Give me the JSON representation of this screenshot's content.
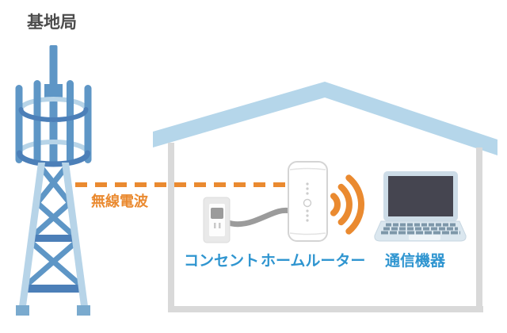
{
  "diagram": {
    "labels": {
      "base_station": "基地局",
      "radio_wave": "無線電波",
      "outlet": "コンセント",
      "home_router": "ホームルーター",
      "device": "通信機器"
    },
    "colors": {
      "label_blue": "#2f95d0",
      "orange": "#ea8a30",
      "roof": "#b5d6ea",
      "wall": "#d9d9d9",
      "tower_light": "#b7d4e8",
      "tower_mid": "#5e96c6",
      "tower_dark": "#4c7fb8",
      "tower_foot": "#7aaace",
      "title_gray": "#4b4b4b",
      "cable_gray": "#9b9b9b",
      "router_body": "#ffffff",
      "laptop_screen": "#454550",
      "laptop_frame": "#cddce7",
      "laptop_base": "#dbe7ef",
      "laptop_keys": "#7d97a9"
    },
    "icons": {
      "tower": "cell-tower-icon",
      "house": "house-outline-icon",
      "radio_wave_line": "radio-wave-dashed-line",
      "outlet": "power-outlet-icon",
      "cable": "power-cable",
      "router": "home-router-icon",
      "wifi": "wifi-waves-icon",
      "laptop": "laptop-icon"
    }
  }
}
